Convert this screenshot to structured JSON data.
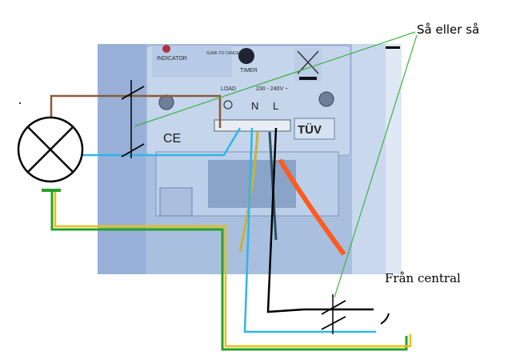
{
  "labels": {
    "top_note": "Så eller så",
    "bottom_note": "Från central"
  },
  "device": {
    "indicator": "INDICATOR",
    "timer_hint": "SUNK TO CANCEL",
    "timer": "TIMER",
    "load": "LOAD",
    "rating": "230 - 240V ~",
    "neutral": "N",
    "line": "L",
    "ce": "CE",
    "tuv": "TÜV"
  },
  "colors": {
    "brown_wire": "#8a5a3a",
    "blue_wire": "#2fb6e6",
    "black_wire": "#000000",
    "green_wire": "#2aa02a",
    "yellow_wire": "#e6c20a",
    "orange_wire": "#ff5a1f",
    "leader_line": "#3cb43c"
  }
}
